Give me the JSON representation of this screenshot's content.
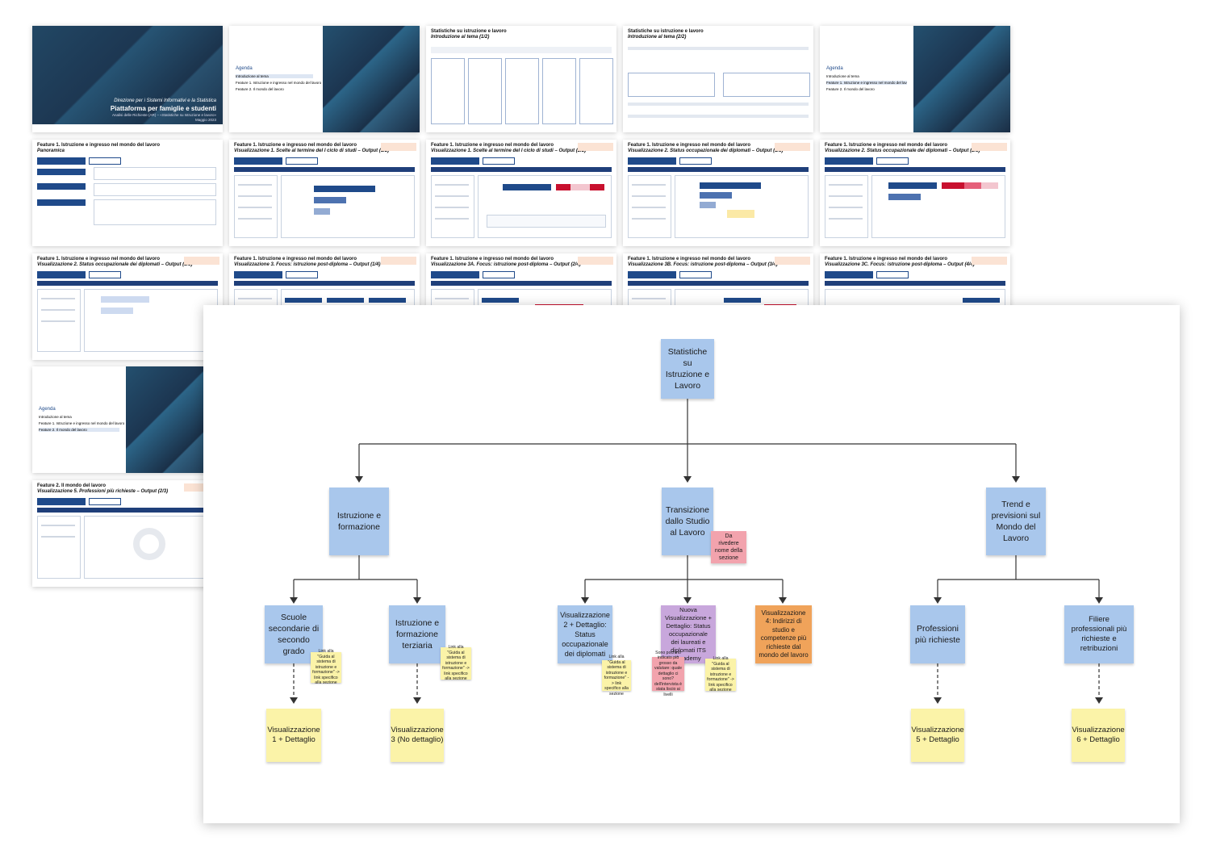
{
  "slides": {
    "title_slide": {
      "line1": "Direzione per i Sistemi Informativi e la Statistica",
      "line2": "Piattaforma per famiglie e studenti",
      "line3": "Analisi delle Richieste (AR) – «Statistiche su Istruzione e lavoro»",
      "line4": "Maggio 2023"
    },
    "agenda": {
      "title": "Agenda",
      "items": [
        "Introduzione al tema",
        "Feature 1. Istruzione e ingresso nel mondo del lavoro",
        "Feature 2. Il mondo del lavoro"
      ]
    },
    "intro1": {
      "title": "Statistiche su istruzione e lavoro",
      "subtitle": "Introduzione al tema (1/2)"
    },
    "intro2": {
      "title": "Statistiche su istruzione e lavoro",
      "subtitle": "Introduzione al tema (2/2)"
    },
    "f1_title": "Feature 1. Istruzione e ingresso nel mondo del lavoro",
    "f2_title": "Feature 2. Il mondo del lavoro",
    "panoramica": "Panoramica",
    "v1a": "Visualizzazione 1. Scelte al termine del I ciclo di studi – Output (1/2)",
    "v1b": "Visualizzazione 1. Scelte al termine del I ciclo di studi – Output (2/2)",
    "v2a": "Visualizzazione 2. Status occupazionale dei diplomati – Output (1/3)",
    "v2b": "Visualizzazione 2. Status occupazionale dei diplomati – Output (2/3)",
    "v2c": "Visualizzazione 2. Status occupazionale dei diplomati – Output (3/3)",
    "v3": "Visualizzazione 3. Focus: istruzione post-diploma – Output (1/4)",
    "v3a": "Visualizzazione 3A. Focus: istruzione post-diploma – Output (2/4)",
    "v3b": "Visualizzazione 3B. Focus: istruzione post-diploma – Output (3/4)",
    "v3c": "Visualizzazione 3C. Focus: istruzione post-diploma – Output (4/4)",
    "v5": "Visualizzazione 5. Professioni più richieste – Output (2/3)"
  },
  "mindmap": {
    "root": "Statistiche su Istruzione e Lavoro",
    "branches": [
      {
        "label": "Istruzione e formazione"
      },
      {
        "label": "Transizione dallo Studio al Lavoro"
      },
      {
        "label": "Trend e previsioni sul Mondo del Lavoro"
      }
    ],
    "review_note": "Da rivedere nome della sezione",
    "children": {
      "scuole": "Scuole secondarie di secondo grado",
      "terziaria": "Istruzione e formazione terziaria",
      "vis2": "Visualizzazione 2 + Dettaglio: Status occupazionale dei diplomati",
      "nuova": "Nuova Visualizzazione + Dettaglio: Status occupazionale dei laureati e diplomati ITS Academy",
      "vis4": "Visualizzazione 4: Indirizzi di studio e competenze più richieste dal mondo del lavoro",
      "professioni": "Professioni più richieste",
      "filiere": "Filiere professionali più richieste e retribuzioni"
    },
    "notes": {
      "scuole": "Link alla \"Guida al sistema di istruzione e formazione\" -> link specifico alla sezione",
      "terziaria": "Link alla \"Guida al sistema di istruzione e formazione\" -> link specifico alla sezione",
      "vis2": "Link alla \"Guida al sistema di istruzione e formazione\" -> link specifico alla sezione",
      "nuova_pink": "Sono pochino indicato più grosso da valutare: quale dettaglio ci sono? dell'intervista è stata liscio ai livelli",
      "nuova_yellow": "Link alla \"Guida al sistema di istruzione e formazione\" -> link specifico alla sezione"
    },
    "leaves": {
      "vis1": "Visualizzazione 1 + Dettaglio",
      "vis3": "Visualizzazione 3 (No dettaglio)",
      "vis5": "Visualizzazione 5 + Dettaglio",
      "vis6": "Visualizzazione 6 + Dettaglio"
    }
  },
  "colors": {
    "branch": "#a9c7ec",
    "leaf": "#fbf3a8",
    "new_vis": "#c8a7dc",
    "vis4": "#f0a35a",
    "review": "#f2a3ad",
    "slide_dark": "#1e3a55",
    "slide_accent": "#1f4a8a"
  }
}
